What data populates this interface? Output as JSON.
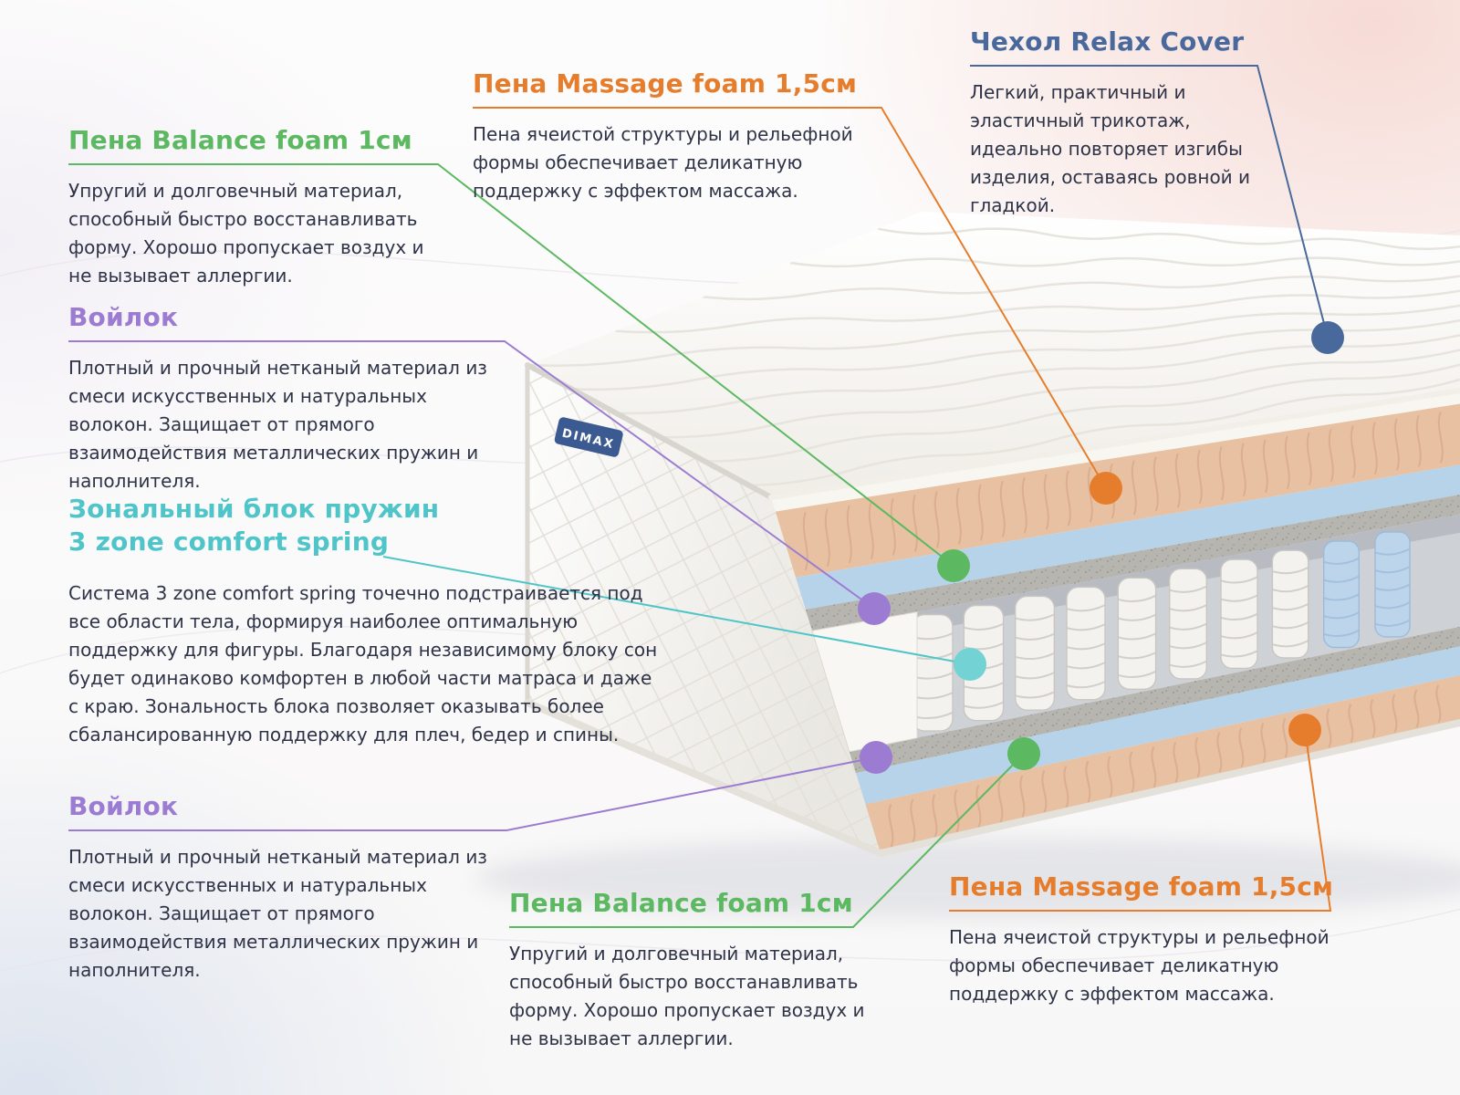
{
  "colors": {
    "green": "#5cb861",
    "orange": "#e67d2c",
    "blue": "#49699c",
    "purple": "#9c7cd2",
    "teal": "#4fc5c9",
    "text": "#2e3347",
    "foam_tan": "#e7c1a2",
    "foam_blue": "#b7d3e9",
    "felt_gray": "#b6b5b0"
  },
  "brand": {
    "label": "DIMAX"
  },
  "annotations": {
    "balance": {
      "title": "Пена Balance foam 1см",
      "body": "Упругий и долговечный материал, способный быстро восстанавливать форму. Хорошо пропускает воздух и не вызывает аллергии."
    },
    "massage": {
      "title": "Пена Massage foam 1,5см",
      "body": "Пена ячеистой структуры и рельефной формы обеспечивает деликатную поддержку с эффектом массажа."
    },
    "cover": {
      "title": "Чехол Relax Cover",
      "body": "Легкий, практичный и эластичный трикотаж, идеально повторяет изгибы изделия, оставаясь ровной и гладкой."
    },
    "felt": {
      "title": "Войлок",
      "body": "Плотный и прочный нетканый материал из смеси искусственных и натуральных волокон. Защищает от прямого взаимодействия металлических пружин и наполнителя."
    },
    "springs": {
      "title_line1": "Зональный блок пружин",
      "title_line2": "3 zone comfort spring",
      "body": "Система 3 zone comfort spring точечно подстраивается под все области тела, формируя наиболее оптимальную поддержку для фигуры. Благодаря независимому блоку сон будет одинаково комфортен в любой части матраса и даже с краю. Зональность блока позволяет оказывать более сбалансированную поддержку для плеч, бедер и спины."
    }
  }
}
